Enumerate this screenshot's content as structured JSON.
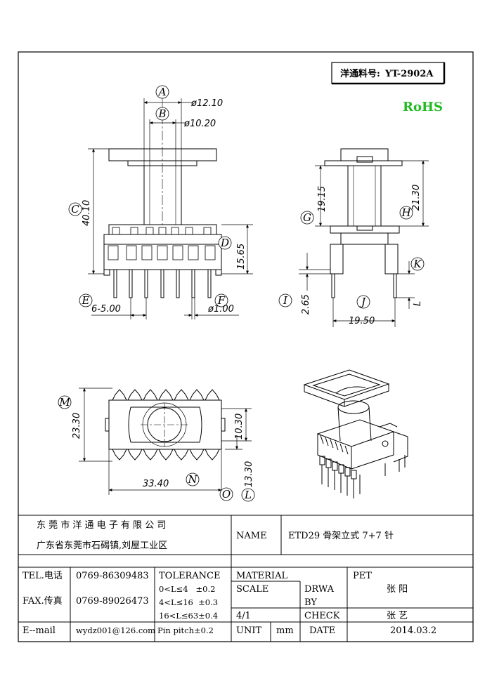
{
  "part_box": {
    "prefix": "洋通料号:",
    "code": "YT-2902A"
  },
  "rohs": {
    "text": "RoHS",
    "color": "#22bb22"
  },
  "dimensions": {
    "A": "A",
    "B": "B",
    "C": "C",
    "D": "D",
    "E": "E",
    "F": "F",
    "G": "G",
    "H": "H",
    "I": "I",
    "J": "J",
    "K": "K",
    "L": "L",
    "M": "M",
    "N": "N",
    "O": "O",
    "L2": "L",
    "a_val": "ø12.10",
    "b_val": "ø10.20",
    "c_val": "40.10",
    "d_val": "15.65",
    "e_val": "6-5.00",
    "f_val": "ø1.00",
    "g_val": "19.15",
    "h_val": "21.30",
    "i_val": "2.65",
    "j_val": "19.50",
    "l_letter": "L",
    "m_val": "23.30",
    "n_val": "33.40",
    "o_val": "10.30",
    "l2_val": "13.30"
  },
  "title_block": {
    "company": "东 莞 市 洋 通 电 子 有 限 公 司",
    "address": "广东省东莞市石碣镇,刘屋工业区",
    "name_label": "NAME",
    "name_value": "ETD29 骨架立式 7+7 针",
    "tel_label": "TEL.电话",
    "tel_value": "0769-86309483",
    "fax_label": "FAX.传真",
    "fax_value": "0769-89026473",
    "email_label": "E--mail",
    "email_value": "wydz001@126.com",
    "tolerance_label": "TOLERANCE",
    "tol_1": "0<L≤4   ±0.2",
    "tol_2": "4<L≤16  ±0.3",
    "tol_3": "16<L≤63±0.4",
    "tol_4": "Pin pitch±0.2",
    "material_label": "MATERIAL",
    "material_value": "PET",
    "scale_label": "SCALE",
    "scale_value": "4/1",
    "drawn_label_1": "DRWA",
    "drawn_label_2": "BY",
    "drawn_value": "张 阳",
    "check_label": "CHECK",
    "check_value": "张 艺",
    "unit_label": "UNIT",
    "unit_value": "mm",
    "date_label": "DATE",
    "date_value": "2014.03.2"
  }
}
